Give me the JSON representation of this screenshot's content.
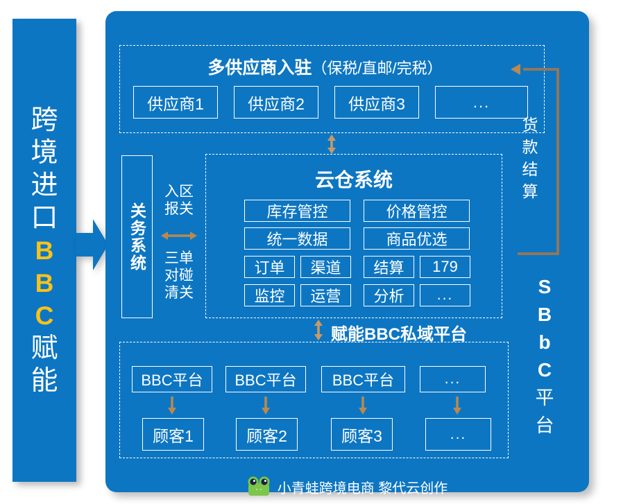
{
  "left_bar": {
    "line1": "跨",
    "line2": "境",
    "line3": "进",
    "line4": "口",
    "latin1": "B",
    "latin2": "B",
    "latin3": "C",
    "line5": "赋",
    "line6": "能",
    "full_text": "跨境进口BBC赋能",
    "bg_color": "#0d76c2",
    "latin_color": "#f7c21a"
  },
  "suppliers_section": {
    "title_bold": "多供应商入驻",
    "title_normal": "（保税/直邮/完税）",
    "boxes": [
      {
        "label": "供应商1"
      },
      {
        "label": "供应商2"
      },
      {
        "label": "供应商3"
      },
      {
        "label": "..."
      }
    ]
  },
  "customs_system": {
    "label": "关务系统",
    "above_arrow": "入区\n报关",
    "above_arrow_line1": "入区",
    "above_arrow_line2": "报关",
    "below_arrow_line1": "三单",
    "below_arrow_line2": "对碰",
    "below_arrow_line3": "清关"
  },
  "cloud_warehouse": {
    "title": "云仓系统",
    "row1": [
      {
        "label": "库存管控"
      },
      {
        "label": "价格管控"
      }
    ],
    "row2": [
      {
        "label": "统一数据"
      },
      {
        "label": "商品优选"
      }
    ],
    "row3": [
      {
        "label": "订单"
      },
      {
        "label": "渠道"
      },
      {
        "label": "结算"
      },
      {
        "label": "179"
      }
    ],
    "row4": [
      {
        "label": "监控"
      },
      {
        "label": "运营"
      },
      {
        "label": "分析"
      },
      {
        "label": "..."
      }
    ]
  },
  "bbc_section": {
    "title": "赋能BBC私域平台",
    "platforms": [
      {
        "label": "BBC平台"
      },
      {
        "label": "BBC平台"
      },
      {
        "label": "BBC平台"
      },
      {
        "label": "..."
      }
    ],
    "customers": [
      {
        "label": "顾客1"
      },
      {
        "label": "顾客2"
      },
      {
        "label": "顾客3"
      },
      {
        "label": "..."
      }
    ]
  },
  "right_side": {
    "settlement_line1": "货",
    "settlement_line2": "款",
    "settlement_line3": "结",
    "settlement_line4": "算",
    "settlement_full": "货款结算",
    "platform_chars": [
      "S",
      "B",
      "b",
      "C",
      "平",
      "台"
    ],
    "platform_full": "SBbC平台"
  },
  "footer": {
    "credit": "小青蛙跨境电商 黎代云创作"
  },
  "colors": {
    "blue": "#0d76c2",
    "yellow": "#f7c21a",
    "arrow_tan": "#b08d60",
    "frog_green": "#6cc04a",
    "white": "#ffffff"
  }
}
